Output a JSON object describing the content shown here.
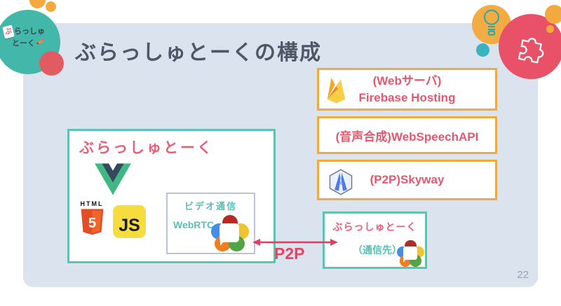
{
  "slide": {
    "title": "ぶらっしゅとーくの構成",
    "page_number": "22"
  },
  "logo_badge": {
    "chip_char": "ぶ",
    "line1_rest": "らっしゅ",
    "line2": "とーく"
  },
  "left_box": {
    "title": "ぶらっしゅとーく",
    "html_label": "HTML",
    "html_number": "5",
    "js_label": "JS",
    "video_box": {
      "title": "ビデオ通信",
      "tech": "WebRTC"
    }
  },
  "server_boxes": {
    "firebase": {
      "line1": "(Webサーバ)",
      "line2": "Firebase Hosting"
    },
    "webspeech": {
      "label": "(音声合成)WebSpeechAPI"
    },
    "skyway": {
      "label": "(P2P)Skyway"
    }
  },
  "peer_box": {
    "title": "ぶらっしゅとーく",
    "subtitle": "（通信先）"
  },
  "connection": {
    "label": "P2P"
  },
  "colors": {
    "card_bg": "#dbe3ef",
    "title_text": "#4d5765",
    "accent_teal": "#5fc2b2",
    "accent_pink": "#e85f76",
    "accent_orange": "#f2a93d",
    "arrow": "#e0405f",
    "decor_red": "#e25b63",
    "decor_teal_circle": "#43b7a9",
    "decor_orange": "#f4a93f",
    "decor_pink_circle": "#e85167",
    "page_number_gray": "#98a2b3"
  }
}
